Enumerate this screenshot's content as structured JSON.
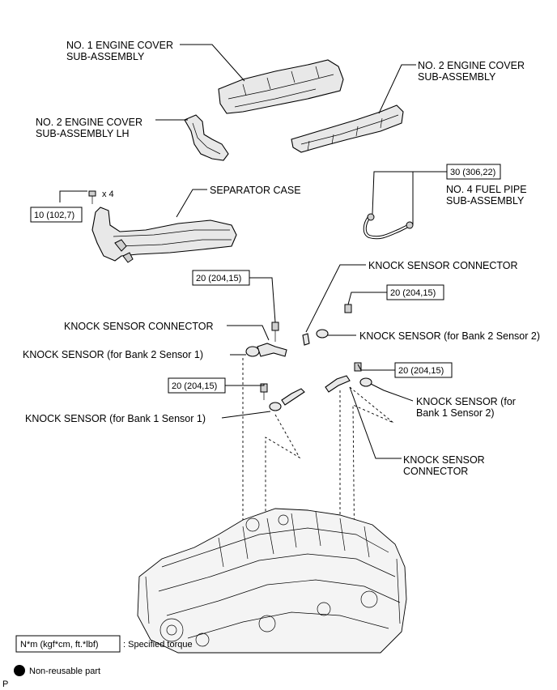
{
  "labels": {
    "no1_cover": [
      "NO. 1 ENGINE COVER",
      "SUB-ASSEMBLY"
    ],
    "no2_cover": [
      "NO. 2 ENGINE COVER",
      "SUB-ASSEMBLY"
    ],
    "no2_cover_lh": [
      "NO. 2 ENGINE COVER",
      "SUB-ASSEMBLY LH"
    ],
    "separator_case": "SEPARATOR CASE",
    "fuel_pipe": [
      "NO. 4 FUEL PIPE",
      "SUB-ASSEMBLY"
    ],
    "knock_connector_top": "KNOCK SENSOR CONNECTOR",
    "knock_connector_left": "KNOCK SENSOR CONNECTOR",
    "knock_b2s1": "KNOCK SENSOR (for Bank 2 Sensor 1)",
    "knock_b2s2": "KNOCK SENSOR (for Bank 2 Sensor 2)",
    "knock_b1s1": "KNOCK SENSOR (for Bank 1 Sensor 1)",
    "knock_b1s2": [
      "KNOCK SENSOR (for",
      "Bank 1 Sensor 2)"
    ],
    "knock_connector_bottom": [
      "KNOCK SENSOR",
      "CONNECTOR"
    ],
    "bolt_qty": "x 4"
  },
  "torques": {
    "separator": "10 (102,7)",
    "fuel_pipe": "30 (306,22)",
    "b2s1": "20 (204,15)",
    "b2s2": "20 (204,15)",
    "b1s1": "20 (204,15)",
    "b1s2": "20 (204,15)"
  },
  "legend": {
    "unit_box": "N*m (kgf*cm, ft.*lbf)",
    "unit_text": ": Specified torque",
    "nonreusable": "Non-reusable part"
  },
  "corner_mark": "P"
}
